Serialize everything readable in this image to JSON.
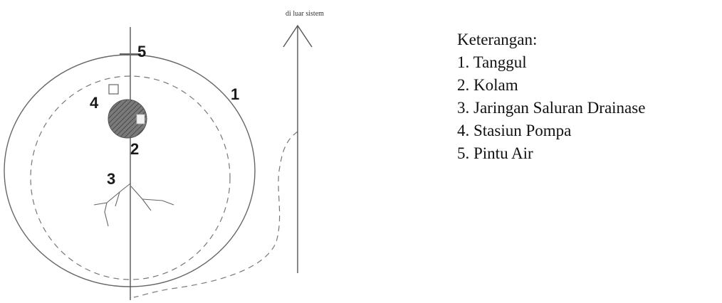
{
  "diagram": {
    "outside_label": "di luar sistem",
    "numbers": {
      "n1": "1",
      "n2": "2",
      "n3": "3",
      "n4": "4",
      "n5": "5"
    }
  },
  "legend": {
    "title": "Keterangan:",
    "items": [
      "1. Tanggul",
      "2. Kolam",
      "3. Jaringan Saluran Drainase",
      "4. Stasiun Pompa",
      "5. Pintu Air"
    ]
  },
  "colors": {
    "line": "#666666",
    "kolam_fill": "#7a7a7a",
    "kolam_hatch": "#4a4a4a",
    "text": "#111111"
  }
}
